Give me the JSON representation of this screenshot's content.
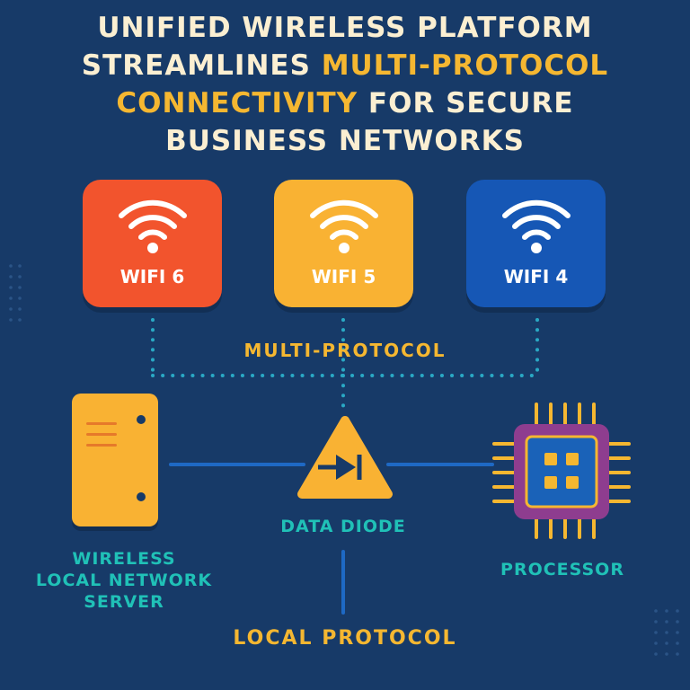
{
  "title": {
    "line1": "UNIFIED WIRELESS PLATFORM",
    "line2_pre": "STREAMLINES ",
    "line2_hl": "MULTI-PROTOCOL",
    "line3_hl": "CONNECTIVITY",
    "line3_post": " FOR SECURE",
    "line4": "BUSINESS NETWORKS"
  },
  "protocols": [
    {
      "label": "WIFI 6",
      "color": "#f2542d",
      "icon": "wifi-icon"
    },
    {
      "label": "WIFI 5",
      "color": "#f9b233",
      "icon": "wifi-icon"
    },
    {
      "label": "WIFI 4",
      "color": "#1657b5",
      "icon": "wifi-icon"
    }
  ],
  "multi_protocol_label": "MULTI-PROTOCOL",
  "nodes": {
    "server": {
      "label_line1": "WIRELESS",
      "label_line2": "LOCAL NETWORK",
      "label_line3": "SERVER",
      "icon": "server-icon"
    },
    "diode": {
      "label": "DATA DIODE",
      "icon": "data-diode-icon"
    },
    "processor": {
      "label": "PROCESSOR",
      "icon": "processor-chip-icon"
    }
  },
  "local_protocol_label": "LOCAL PROTOCOL",
  "colors": {
    "background": "#173a68",
    "accent_yellow": "#f5b731",
    "accent_teal": "#20c1b7",
    "title_cream": "#fbefd2",
    "connector_blue": "#1e69c4",
    "chip_purple": "#8e3d8f"
  }
}
